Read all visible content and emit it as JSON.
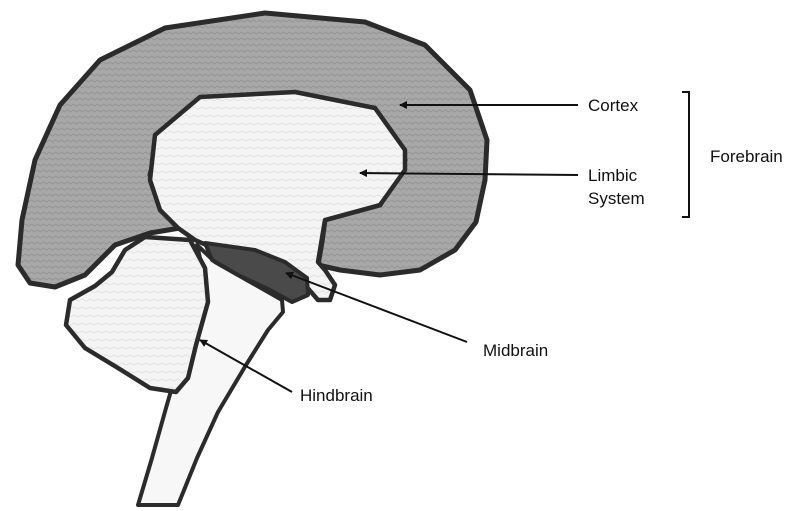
{
  "labels": {
    "cortex": "Cortex",
    "limbic_line1": "Limbic",
    "limbic_line2": "System",
    "forebrain": "Forebrain",
    "midbrain": "Midbrain",
    "hindbrain": "Hindbrain"
  },
  "colors": {
    "cortex_fill": "#a8a8a8",
    "limbic_fill": "#f4f4f4",
    "midbrain_fill": "#4a4a4a",
    "hindbrain_fill": "#f0f0f0",
    "stem_fill": "#f7f7f7",
    "outline": "#2b2b2b",
    "text": "#111111"
  }
}
